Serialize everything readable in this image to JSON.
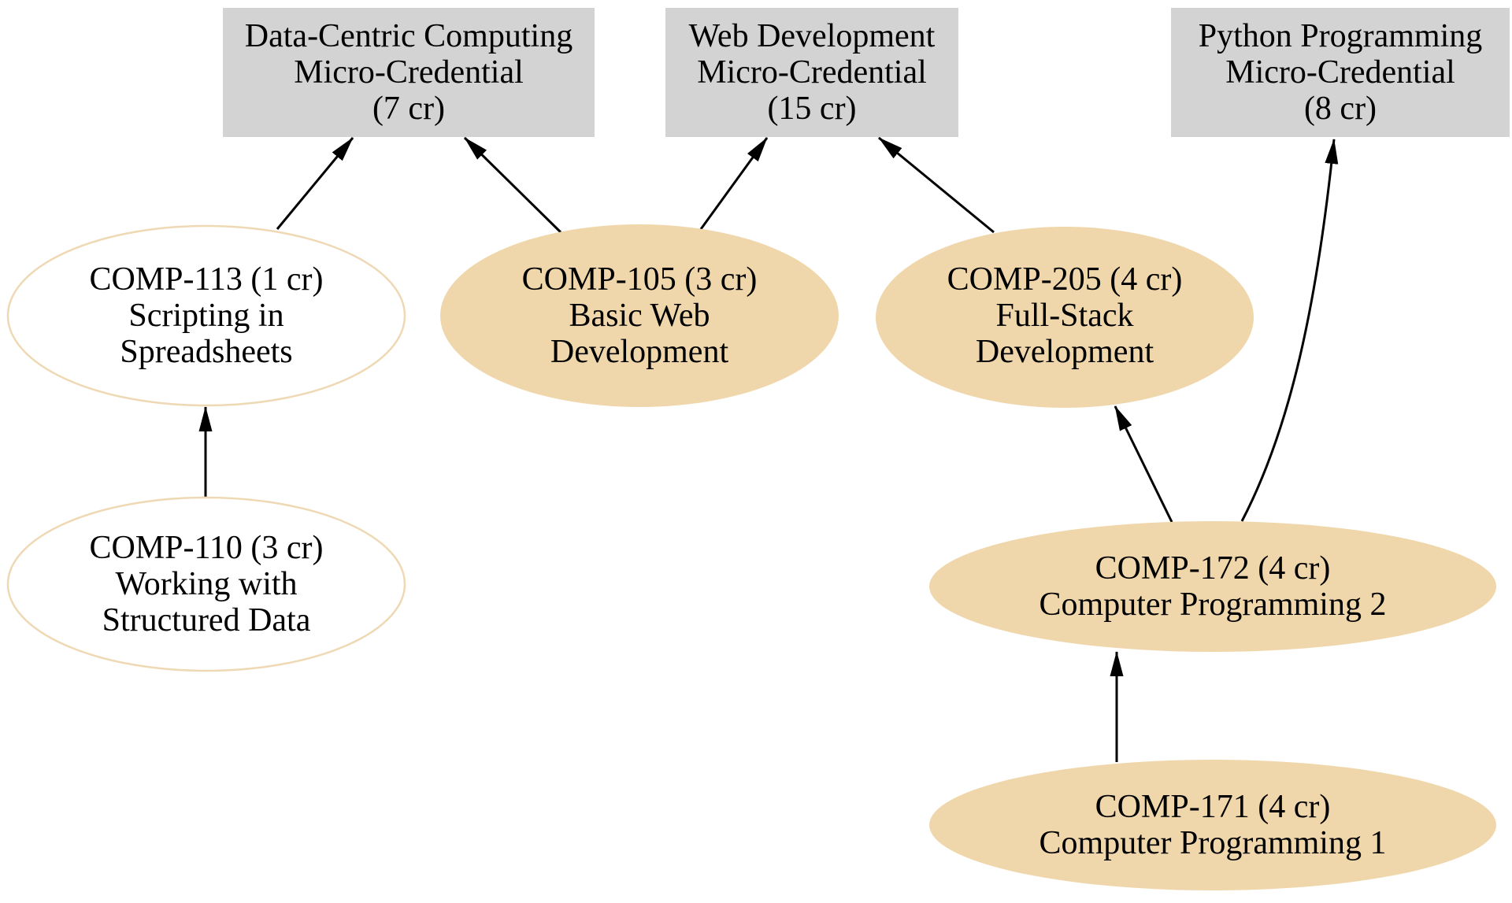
{
  "diagram": {
    "background": "#ffffff",
    "colors": {
      "credential_box_fill": "#d3d3d3",
      "course_filled_fill": "#f0d7ab",
      "course_outline_stroke": "#eed9b4",
      "edge_color": "#000000",
      "text_color": "#000000"
    },
    "credentials": [
      {
        "id": "data-centric-mc",
        "name": "Data-Centric Computing",
        "credits": "7 cr",
        "lines": [
          "Data-Centric Computing",
          "Micro-Credential",
          "(7 cr)"
        ]
      },
      {
        "id": "web-dev-mc",
        "name": "Web Development",
        "credits": "15 cr",
        "lines": [
          "Web Development",
          "Micro-Credential",
          "(15 cr)"
        ]
      },
      {
        "id": "python-mc",
        "name": "Python Programming",
        "credits": "8 cr",
        "lines": [
          "Python Programming",
          "Micro-Credential",
          "(8 cr)"
        ]
      }
    ],
    "courses": [
      {
        "id": "COMP-113",
        "credits": "1 cr",
        "title": "Scripting in Spreadsheets",
        "filled": false,
        "lines": [
          "COMP-113 (1 cr)",
          "Scripting in",
          "Spreadsheets"
        ]
      },
      {
        "id": "COMP-105",
        "credits": "3 cr",
        "title": "Basic Web Development",
        "filled": true,
        "lines": [
          "COMP-105 (3 cr)",
          "Basic Web",
          "Development"
        ]
      },
      {
        "id": "COMP-205",
        "credits": "4 cr",
        "title": "Full-Stack Development",
        "filled": true,
        "lines": [
          "COMP-205 (4 cr)",
          "Full-Stack",
          "Development"
        ]
      },
      {
        "id": "COMP-110",
        "credits": "3 cr",
        "title": "Working with Structured Data",
        "filled": false,
        "lines": [
          "COMP-110 (3 cr)",
          "Working with",
          "Structured Data"
        ]
      },
      {
        "id": "COMP-172",
        "credits": "4 cr",
        "title": "Computer Programming 2",
        "filled": true,
        "lines": [
          "COMP-172 (4 cr)",
          "Computer Programming 2"
        ]
      },
      {
        "id": "COMP-171",
        "credits": "4 cr",
        "title": "Computer Programming 1",
        "filled": true,
        "lines": [
          "COMP-171 (4 cr)",
          "Computer Programming 1"
        ]
      }
    ],
    "edges": [
      {
        "from": "COMP-113",
        "to": "data-centric-mc"
      },
      {
        "from": "COMP-105",
        "to": "data-centric-mc"
      },
      {
        "from": "COMP-105",
        "to": "web-dev-mc"
      },
      {
        "from": "COMP-205",
        "to": "web-dev-mc"
      },
      {
        "from": "COMP-110",
        "to": "COMP-113"
      },
      {
        "from": "COMP-172",
        "to": "COMP-205"
      },
      {
        "from": "COMP-172",
        "to": "python-mc"
      },
      {
        "from": "COMP-171",
        "to": "COMP-172"
      }
    ]
  }
}
